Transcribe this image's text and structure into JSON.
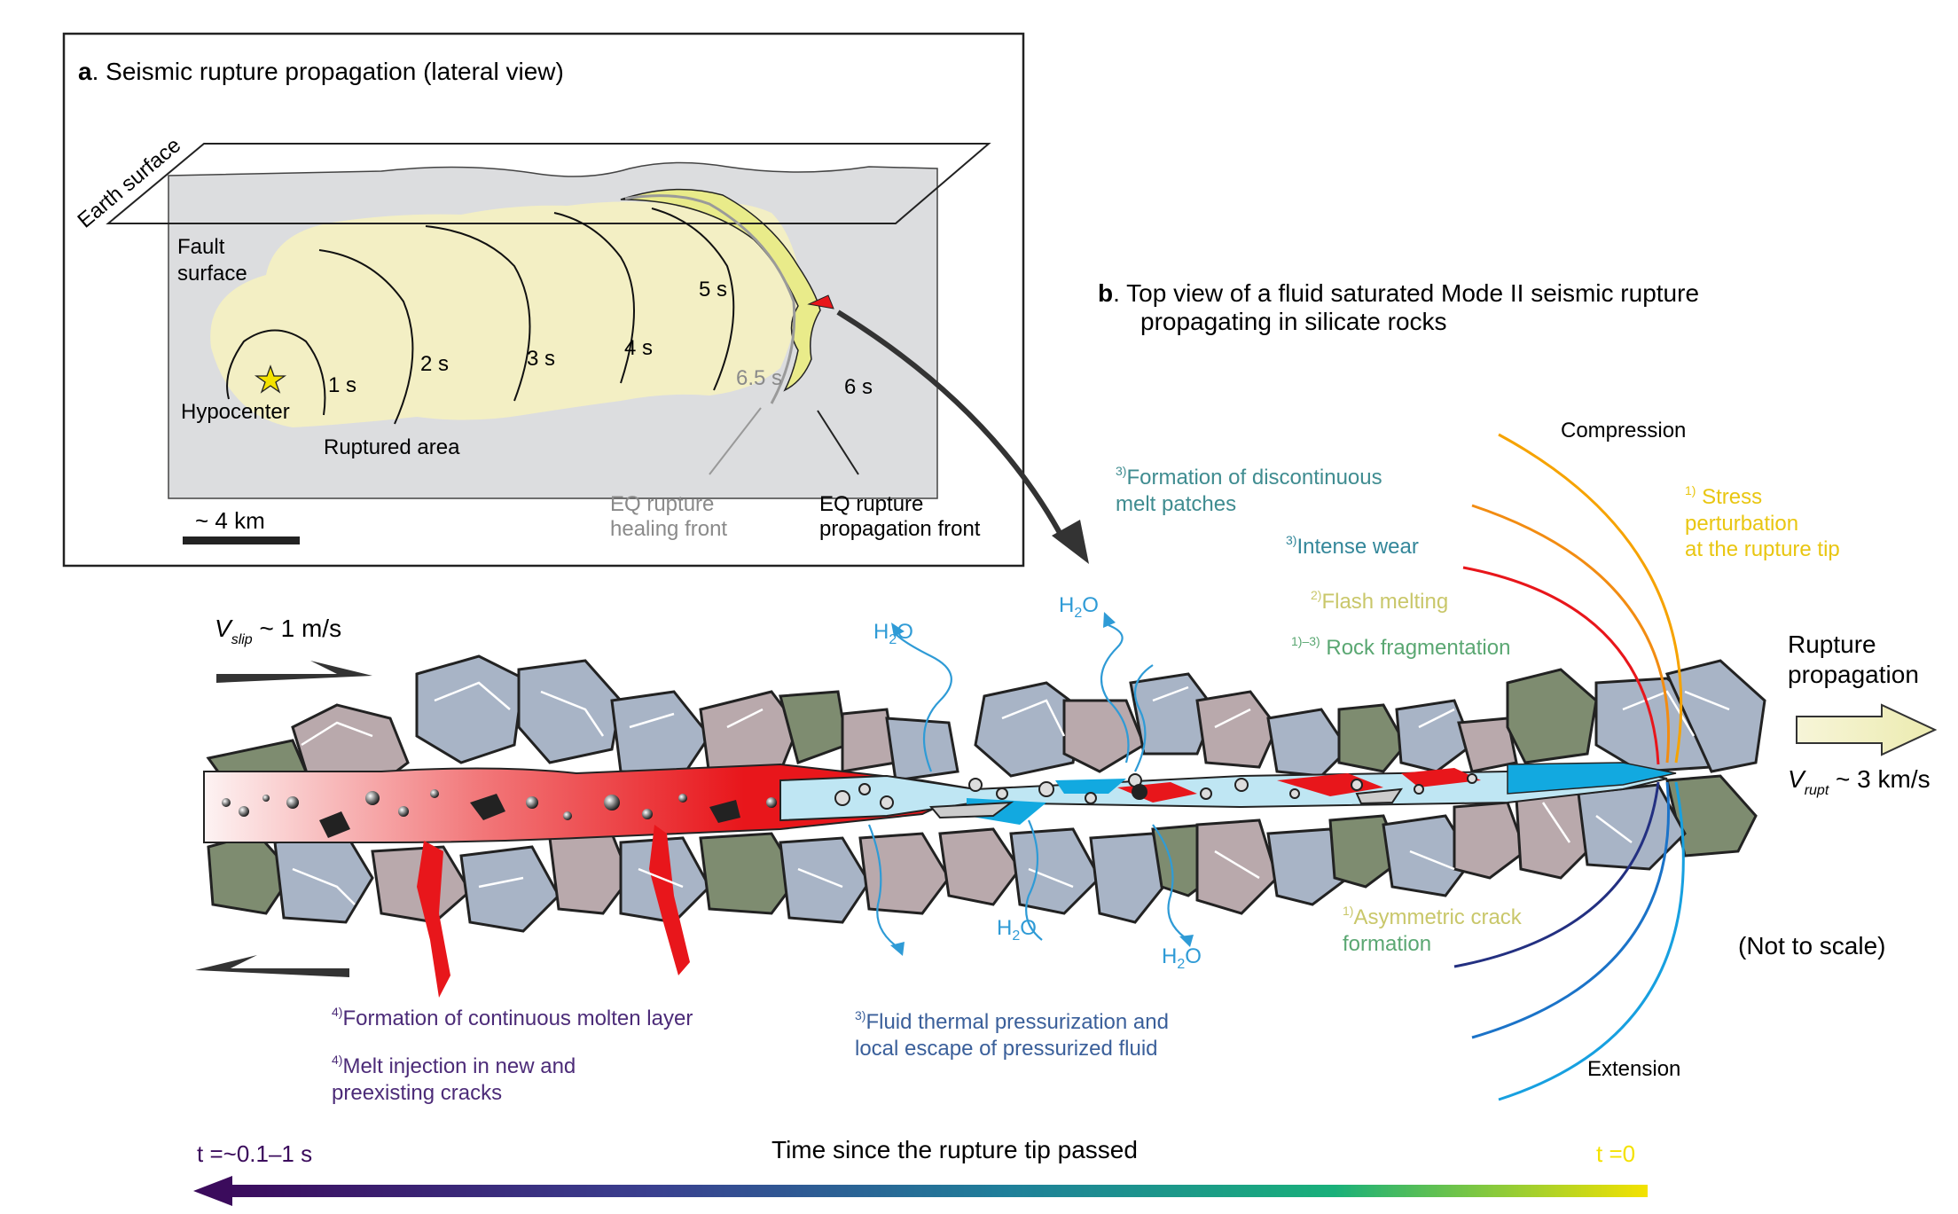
{
  "panel_a": {
    "label": "a",
    "title": ". Seismic rupture propagation (lateral view)",
    "earth_surface": "Earth surface",
    "fault_surface_line1": "Fault",
    "fault_surface_line2": "surface",
    "hypocenter": "Hypocenter",
    "ruptured_area": "Ruptured area",
    "contours": [
      "1 s",
      "2 s",
      "3 s",
      "4 s",
      "5 s",
      "6 s"
    ],
    "healing_contour": "6.5 s",
    "healing_front_line1": "EQ rupture",
    "healing_front_line2": "healing front",
    "propagation_front_line1": "EQ rupture",
    "propagation_front_line2": "propagation front",
    "scale_bar": "~ 4 km"
  },
  "panel_b": {
    "label": "b",
    "title_line1": ". Top view of a fluid saturated Mode II seismic rupture",
    "title_line2": "propagating in silicate rocks",
    "vslip_symbol": "V",
    "vslip_sub": "slip",
    "vslip_value": " ~ 1 m/s",
    "rupture_prop_line1": "Rupture",
    "rupture_prop_line2": "propagation",
    "vrupt_symbol": "V",
    "vrupt_sub": "rupt",
    "vrupt_value": " ~ 3 km/s",
    "not_to_scale": "(Not to scale)",
    "compression": "Compression",
    "extension": "Extension",
    "h2o": "H",
    "h2o_sub": "2",
    "h2o_o": "O",
    "annotations": {
      "stress_sup": "1)",
      "stress_line1": " Stress",
      "stress_line2": "perturbation",
      "stress_line3": "at the rupture tip",
      "discont_sup": "3)",
      "discont_line1": "Formation of discontinuous",
      "discont_line2": "melt patches",
      "wear_sup": "3)",
      "wear": "Intense wear",
      "flash_sup": "2)",
      "flash": "Flash melting",
      "frag_sup": "1)–3)",
      "frag": " Rock fragmentation",
      "asym_sup": "1)",
      "asym_line1": "Asymmetric crack",
      "asym_line2": "formation",
      "molten_sup": "4)",
      "molten": "Formation of continuous molten layer",
      "inject_sup": "4)",
      "inject_line1": "Melt injection in new and",
      "inject_line2": "preexisting cracks",
      "fluid_sup": "3)",
      "fluid_line1": "Fluid thermal pressurization and",
      "fluid_line2": "local escape of pressurized fluid"
    }
  },
  "timebar": {
    "left_label": "t =~0.1–1 s",
    "center_label": "Time since the rupture tip passed",
    "right_label": "t =0"
  },
  "colors": {
    "melt_red": "#e8161b",
    "fluid_blue": "#12a9e0",
    "ruptured_yellow": "#f3efc4",
    "propagation_yellow": "#e9eb8a",
    "clast_gray_blue": "#a8b4c6",
    "clast_mauve": "#b9a9ac",
    "clast_green": "#7e8c70",
    "timeline_purple": "#3b0b5c",
    "timeline_yellow": "#f4e200"
  }
}
